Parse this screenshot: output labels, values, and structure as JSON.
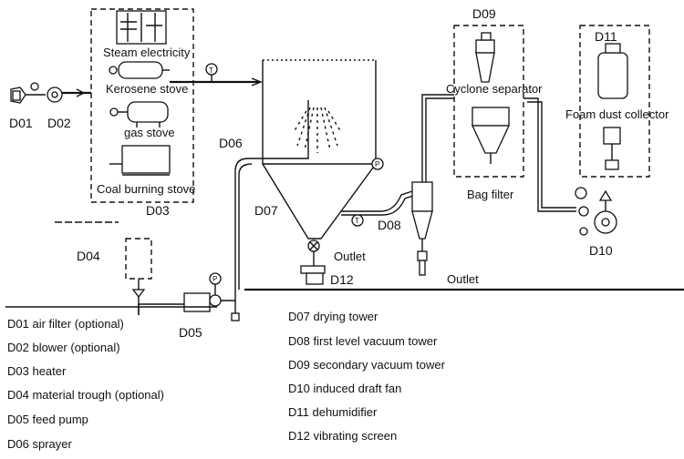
{
  "codes": {
    "d01": "D01",
    "d02": "D02",
    "d03": "D03",
    "d04": "D04",
    "d05": "D05",
    "d06": "D06",
    "d07": "D07",
    "d08": "D08",
    "d09": "D09",
    "d10": "D10",
    "d11": "D11",
    "d12": "D12"
  },
  "labels": {
    "steam_electricity": "Steam electricity",
    "kerosene_stove": "Kerosene stove",
    "gas_stove": "gas stove",
    "coal_burning_stove": "Coal burning stove",
    "cyclone_separator": "Cyclone separator",
    "bag_filter": "Bag filter",
    "foam_dust_collector": "Foam dust collector",
    "outlet_tower": "Outlet",
    "outlet_main": "Outlet"
  },
  "symbols": {
    "t": "T",
    "p": "P"
  },
  "legend": [
    "D01 air filter (optional)",
    "D02 blower (optional)",
    "D03 heater",
    "D04 material trough (optional)",
    "D05 feed pump",
    "D06 sprayer",
    "D07 drying tower",
    "D08 first level vacuum tower",
    "D09 secondary vacuum tower",
    "D10 induced draft fan",
    "D11 dehumidifier",
    "D12 vibrating screen"
  ]
}
